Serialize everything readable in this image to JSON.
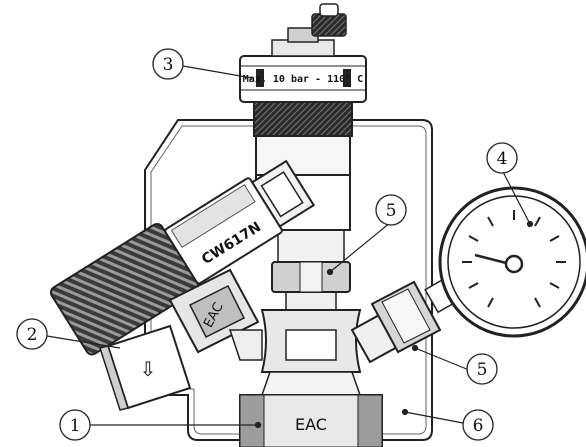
{
  "diagram": {
    "callouts": [
      {
        "id": "c1",
        "label": "1"
      },
      {
        "id": "c2",
        "label": "2"
      },
      {
        "id": "c3",
        "label": "3"
      },
      {
        "id": "c4",
        "label": "4"
      },
      {
        "id": "c5a",
        "label": "5"
      },
      {
        "id": "c5b",
        "label": "5"
      },
      {
        "id": "c6",
        "label": "6"
      }
    ],
    "inscriptions": {
      "cap_ring": "Max. 10 bar - 110° C",
      "valve_body": "CW617N",
      "eac_lower": "EAC",
      "eac_side": "EAC",
      "flow_arrow": "⇩"
    }
  }
}
